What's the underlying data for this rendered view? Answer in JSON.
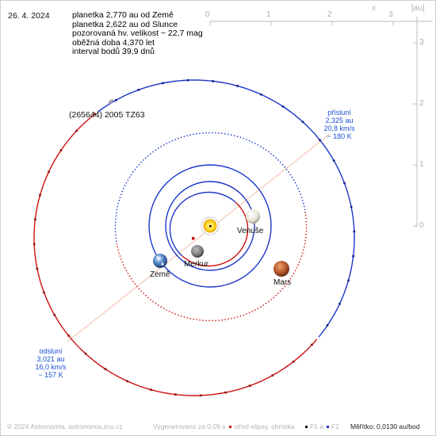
{
  "date": "26. 4. 2024",
  "info": [
    "planetka 2,770 au od Země",
    "planetka 2,622 au od Slunce",
    "pozorovaná hv. velikost ~ 22,7 mag",
    "oběžná doba 4,370 let",
    "interval bodů 39,9 dnů"
  ],
  "asteroid_label": "(265644) 2005 TZ63",
  "perihelion": {
    "title": "přísluní",
    "distance": "2,325 au",
    "speed": "20,8 km/s",
    "temp": "~ 180 K"
  },
  "aphelion": {
    "title": "odsluní",
    "distance": "3,021 au",
    "speed": "16,0 km/s",
    "temp": "~ 157 K"
  },
  "planets": {
    "venus": "Venuše",
    "mercury": "Merkur",
    "earth": "Země",
    "mars": "Mars"
  },
  "axes": {
    "x_label": "x",
    "unit": "[au]",
    "x_ticks": [
      "0",
      "1",
      "2",
      "3"
    ],
    "y_ticks": [
      "3",
      "2",
      "1",
      "0"
    ]
  },
  "footer": {
    "copyright": "© 2024 Astronomia, astronomia.zcu.cz",
    "generated": "Vygenerováno za 0,09 s",
    "legend_center": "střed elipsy, ohniska",
    "legend_f1": "F1 a",
    "legend_f2": "F2",
    "scale": "Měřítko: 0,0130 au/bod"
  },
  "colors": {
    "near_sun_side": "#cc1111",
    "far_side": "#1133cc",
    "line_of_apsides": "#f0b7a0",
    "axis": "#bdbdbd"
  }
}
